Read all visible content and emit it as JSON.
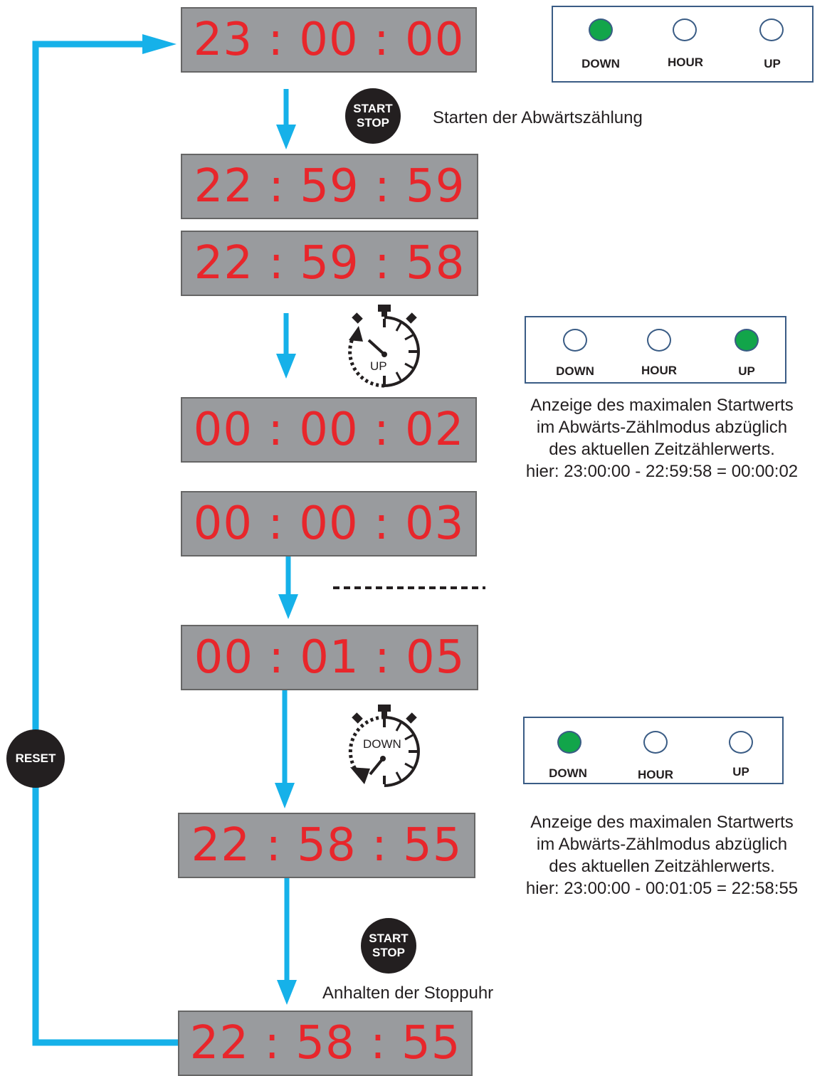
{
  "displays": [
    {
      "id": "d1",
      "time": "23 : 00 : 00"
    },
    {
      "id": "d2",
      "time": "22 : 59 : 59"
    },
    {
      "id": "d3",
      "time": "22 : 59 : 58"
    },
    {
      "id": "d4",
      "time": "00 : 00 : 02"
    },
    {
      "id": "d5",
      "time": "00 : 00 : 03"
    },
    {
      "id": "d6",
      "time": "00 : 01 : 05"
    },
    {
      "id": "d7",
      "time": "22 : 58 : 55"
    },
    {
      "id": "d8",
      "time": "22 : 58 : 55"
    }
  ],
  "buttons": {
    "start_stop_line1": "START",
    "start_stop_line2": "STOP",
    "reset": "RESET"
  },
  "panels": [
    {
      "down": "DOWN",
      "hour": "HOUR",
      "up": "UP",
      "active": "DOWN"
    },
    {
      "down": "DOWN",
      "hour": "HOUR",
      "up": "UP",
      "active": "UP"
    },
    {
      "down": "DOWN",
      "hour": "HOUR",
      "up": "UP",
      "active": "DOWN"
    }
  ],
  "stopwatch_labels": {
    "up": "UP",
    "down": "DOWN"
  },
  "captions": {
    "start": "Starten der Abwärtszählung",
    "stop": "Anhalten der Stoppuhr",
    "info1": {
      "line1": "Anzeige des maximalen Startwerts",
      "line2": "im Abwärts-Zählmodus abzüglich",
      "line3": "des aktuellen Zeitzählerwerts.",
      "line4": "hier: 23:00:00 - 22:59:58 = 00:00:02"
    },
    "info2": {
      "line1": "Anzeige des maximalen Startwerts",
      "line2": "im Abwärts-Zählmodus abzüglich",
      "line3": "des aktuellen Zeitzählerwerts.",
      "line4": "hier: 23:00:00 - 00:01:05 = 22:58:55"
    }
  },
  "colors": {
    "arrow": "#16b1e9",
    "led_on": "#12a54a",
    "digits": "#e8262b",
    "display_bg": "#999b9e"
  }
}
